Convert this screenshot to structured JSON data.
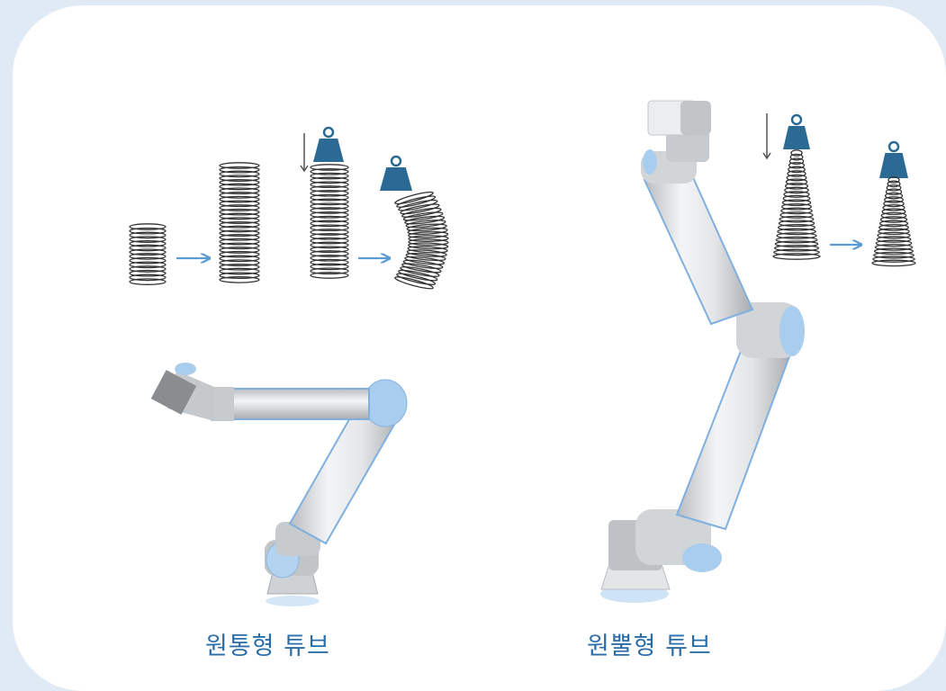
{
  "captions": {
    "cylindrical": "원통형 튜브",
    "conical": "원뿔형 튜브"
  },
  "colors": {
    "background": "#dfeaf5",
    "card": "#ffffff",
    "caption_text": "#2b6da8",
    "arrow": "#5b9bd5",
    "weight": "#2a6a94",
    "robot_body": "#d8dadc",
    "robot_accent": "#a9cdee"
  },
  "icons": [
    "spring-stack-short",
    "spring-stack-tall",
    "weight",
    "bent-spring",
    "cone-spring",
    "robot-arm"
  ]
}
